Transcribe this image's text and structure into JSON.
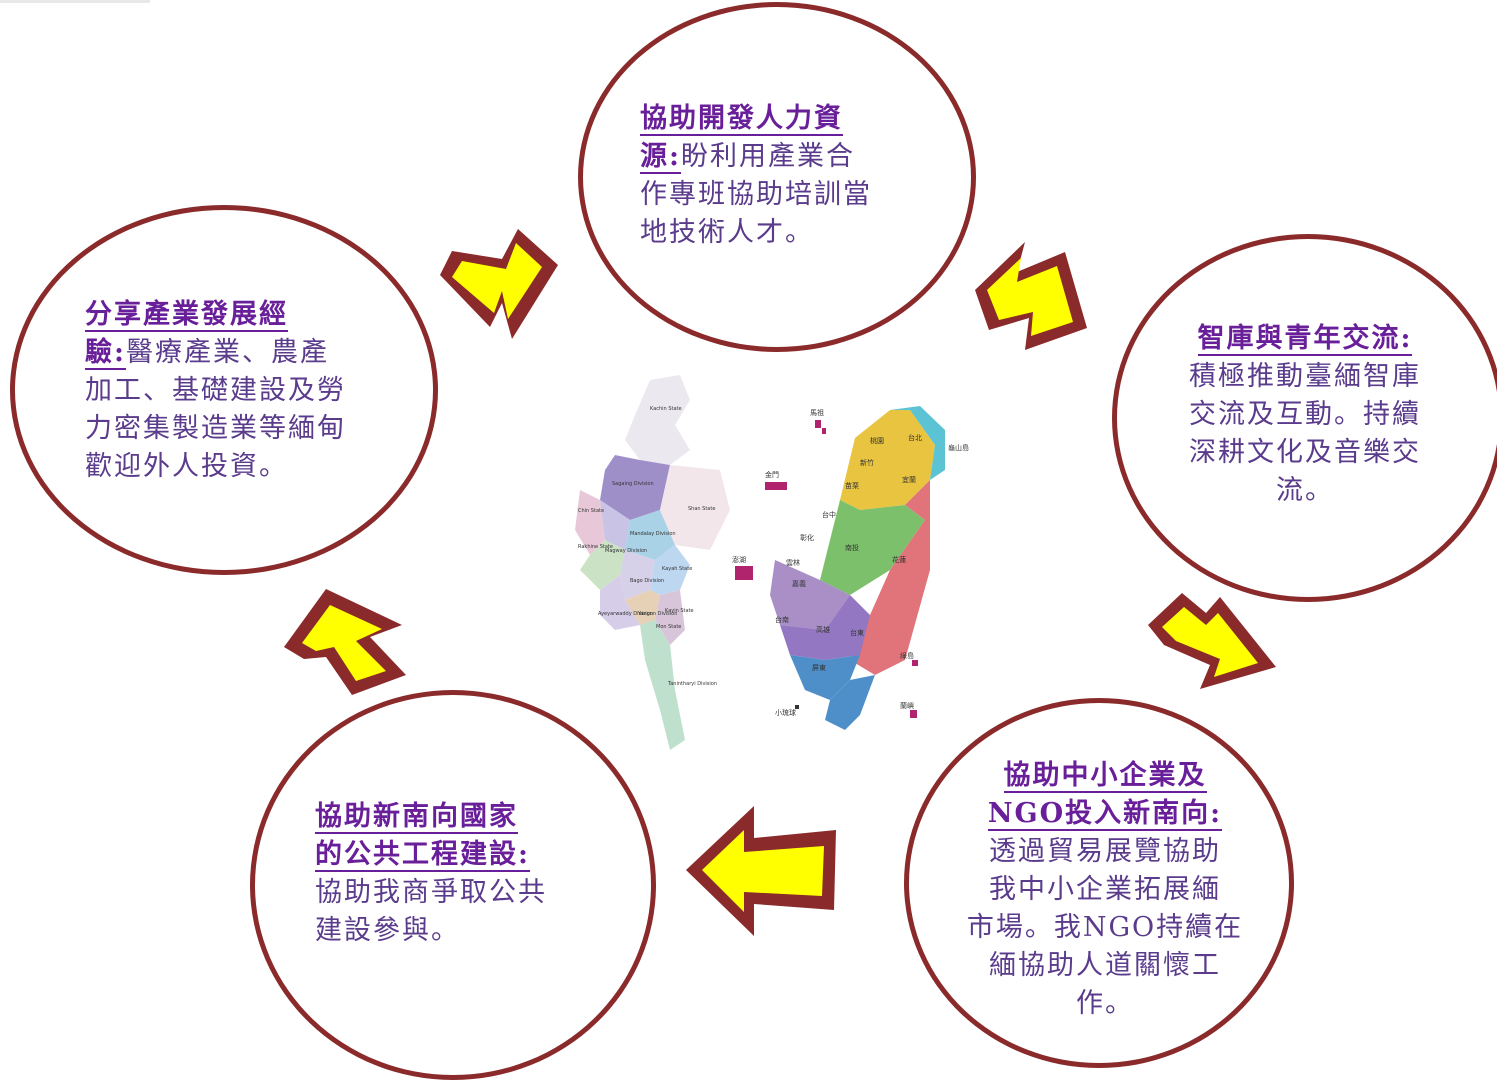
{
  "nodes": {
    "top": {
      "head": "協助開發人力資源:",
      "head_a": "協助開發人力資",
      "head_b": "源:",
      "body_a": "盼利用產業合",
      "body_b": "作專班協助培訓當",
      "body_c": "地技術人才。"
    },
    "right": {
      "head": "智庫與青年交流:",
      "body_a": "積極推動臺緬智庫",
      "body_b": "交流及互動。持續",
      "body_c": "深耕文化及音樂交",
      "body_d": "流。"
    },
    "bottom_right": {
      "head_a": "協助中小企業及",
      "head_b": "NGO投入新南向:",
      "body_a": "透過貿易展覽協助",
      "body_b": "我中小企業拓展緬",
      "body_c": "市場。我NGO持續在",
      "body_d": "緬協助人道關懷工",
      "body_e": "作。"
    },
    "bottom_left": {
      "head_a": "協助新南向國家",
      "head_b": "的公共工程建設:",
      "body_a": "協助我商爭取公共",
      "body_b": "建設參與。"
    },
    "left": {
      "head": "分享產業發展經",
      "head_b": "驗:",
      "body_a": "醫療產業、農產",
      "body_b": "加工、基礎建設及勞",
      "body_c": "力密集製造業等緬甸",
      "body_d": "歡迎外人投資。"
    }
  },
  "maps": {
    "myanmar": {
      "labels": [
        "Kachin State",
        "Sagaing Division",
        "Shan State",
        "Chin State",
        "Mandalay Division",
        "Magway Division",
        "Rakhine State",
        "Kayah State",
        "Bago Division",
        "Ayeyarwaddy Division",
        "Yangon Division",
        "Kayin State",
        "Mon State",
        "Tanintharyi Division"
      ]
    },
    "taiwan": {
      "labels": [
        "馬祖",
        "金門",
        "澎湖",
        "桃園",
        "台北",
        "新竹",
        "苗栗",
        "宜蘭",
        "龜山島",
        "台中",
        "彰化",
        "南投",
        "花蓮",
        "雲林",
        "嘉義",
        "台南",
        "高雄",
        "台東",
        "屏東",
        "綠島",
        "蘭嶼",
        "小琉球"
      ]
    }
  },
  "colors": {
    "circle_border": "#8b2a2a",
    "arrow_fill": "#ffff00",
    "arrow_border": "#8b2a2a",
    "heading": "#6a1f9a",
    "body": "#5a3b8c"
  }
}
